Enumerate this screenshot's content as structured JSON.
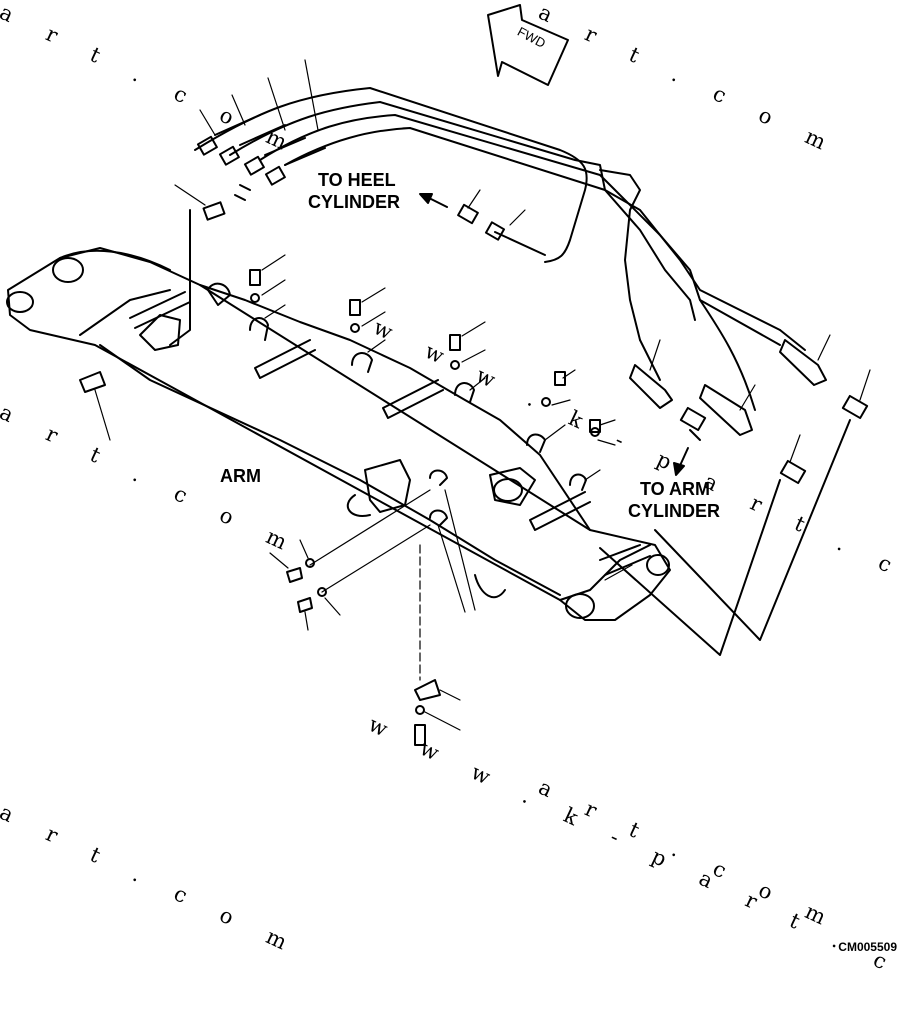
{
  "labels": {
    "to_heel_cylinder_1": "TO HEEL",
    "to_heel_cylinder_2": "CYLINDER",
    "to_arm_cylinder_1": "TO ARM",
    "to_arm_cylinder_2": "CYLINDER",
    "arm": "ARM",
    "fwd": "FWD",
    "drawing_code": "CM005509"
  },
  "watermarks": [
    "a r t . c o m",
    "a r t . c o m",
    "a r t . c o m",
    "a r t . c o m",
    "a r t . c o m",
    "w w w . k - p a r t . c o m",
    "w w w . k - p a r t . c o m"
  ],
  "colors": {
    "ink": "#000000",
    "paper": "#ffffff"
  }
}
